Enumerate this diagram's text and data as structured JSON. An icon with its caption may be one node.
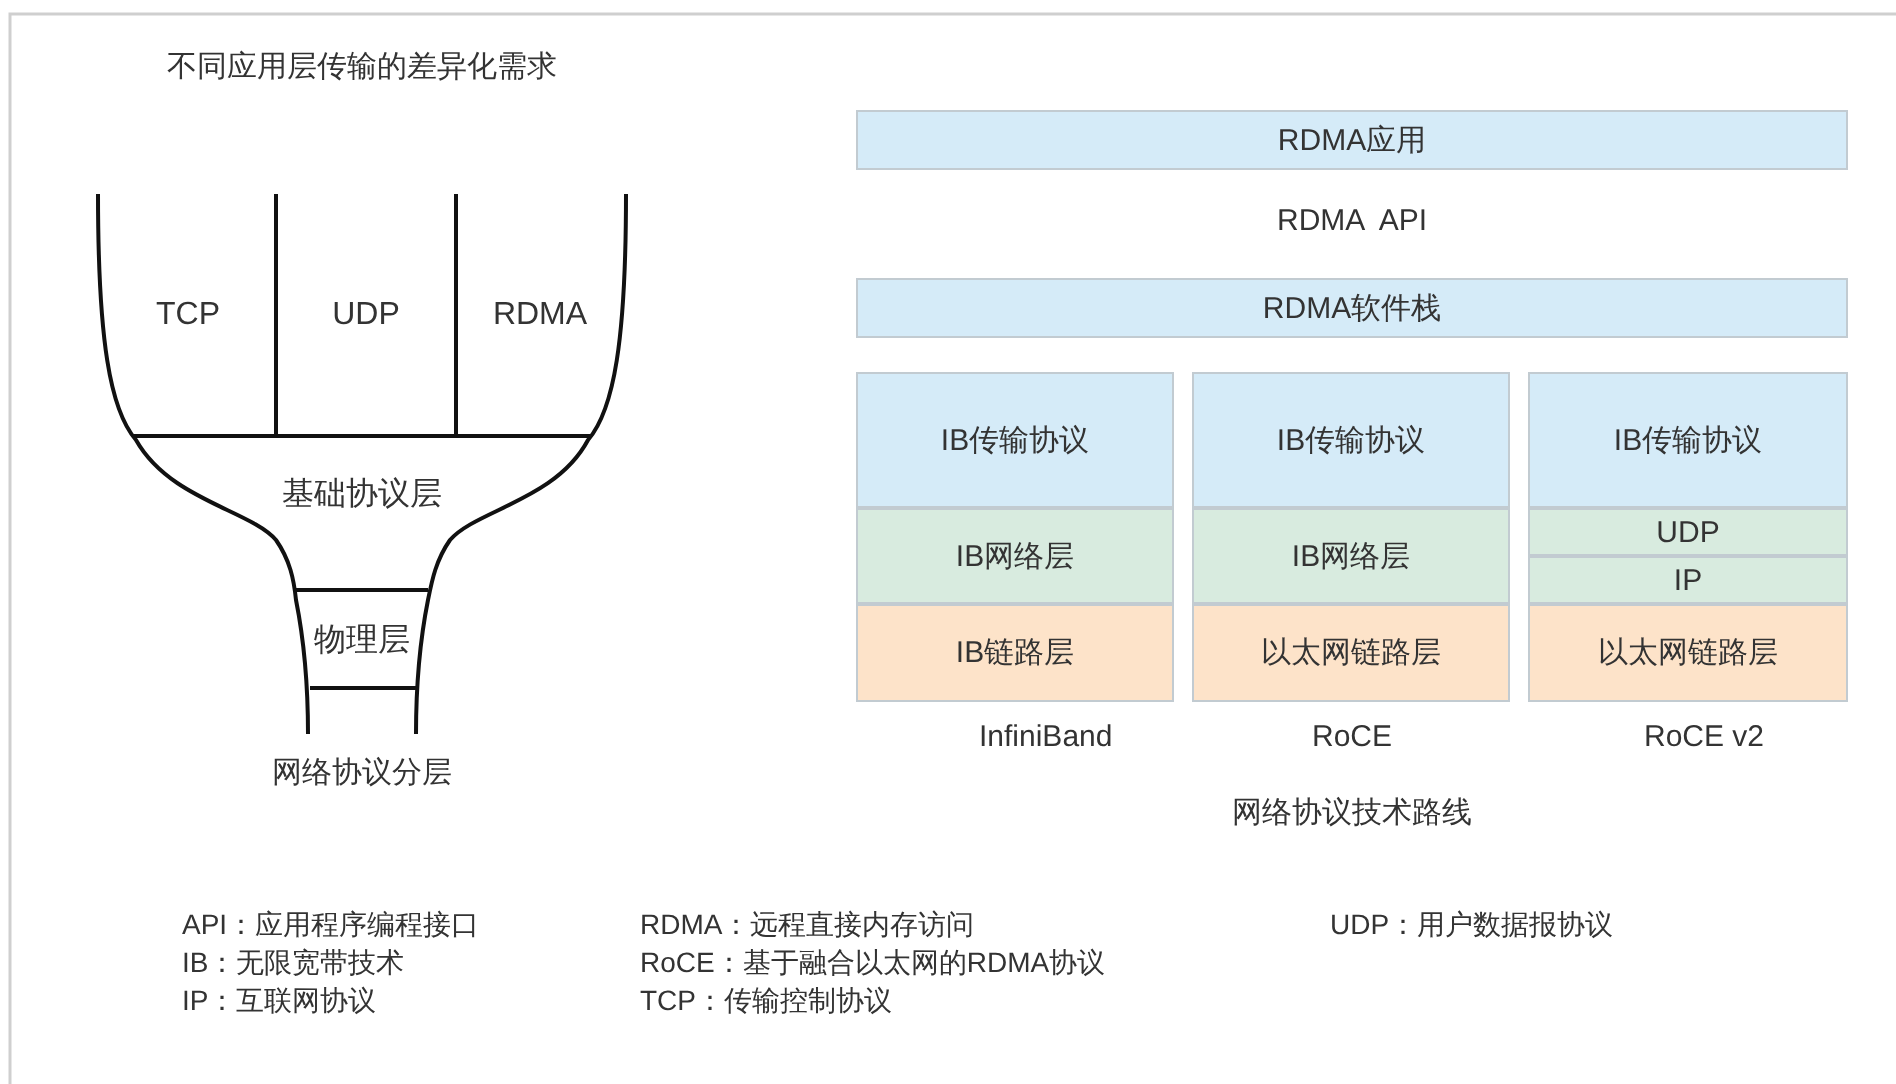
{
  "diagram": {
    "nodes": [
      {
        "text": [
          "TCP"
        ]
      },
      {
        "text": [
          "UDP"
        ]
      },
      {
        "text": [
          "RDMA"
        ]
      },
      {
        "text": [
          "基础协议层"
        ]
      },
      {
        "text": [
          "物理层"
        ]
      },
      {
        "text": [
          "RDMA应用"
        ]
      },
      {
        "text": [
          "RDMA软件栈"
        ]
      },
      {
        "text": [
          "IB传输协议"
        ]
      },
      {
        "text": [
          "IB网络层"
        ]
      },
      {
        "text": [
          "IB链路层"
        ]
      },
      {
        "text": [
          "IB传输协议"
        ]
      },
      {
        "text": [
          "IB网络层"
        ]
      },
      {
        "text": [
          "以太网链路层"
        ]
      },
      {
        "text": [
          "IB传输协议"
        ]
      },
      {
        "text": [
          "UDP"
        ]
      },
      {
        "text": [
          "IP"
        ]
      },
      {
        "text": [
          "以太网链路层"
        ]
      }
    ],
    "labels": [
      "不同应用层传输的差异化需求",
      "RDMA  API",
      "InfiniBand",
      "RoCE",
      "RoCE v2",
      "网络协议分层",
      "网络协议技术路线",
      "API：应用程序编程接口",
      "RDMA：远程直接内存访问",
      "UDP：用户数据报协议",
      "IB：无限宽带技术",
      "RoCE：基于融合以太网的RDMA协议",
      "IP：互联网协议",
      "TCP：传输控制协议"
    ]
  }
}
